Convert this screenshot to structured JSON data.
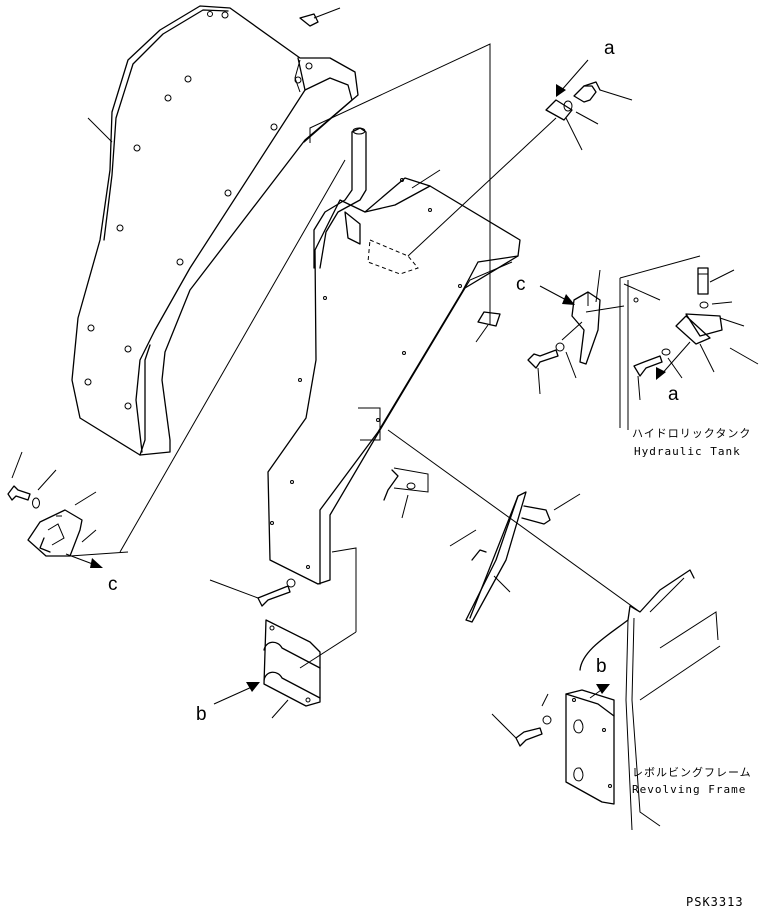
{
  "labels": {
    "a_top": "a",
    "a_right": "a",
    "b_bottom": "b",
    "b_frame": "b",
    "c_left": "c",
    "c_right": "c"
  },
  "captions": {
    "hydraulic_tank_jp": "ハイドロリックタンク",
    "hydraulic_tank_en": "Hydraulic Tank",
    "revolving_frame_jp": "レボルビングフレーム",
    "revolving_frame_en": "Revolving Frame"
  },
  "drawing_code": "PSK3313"
}
